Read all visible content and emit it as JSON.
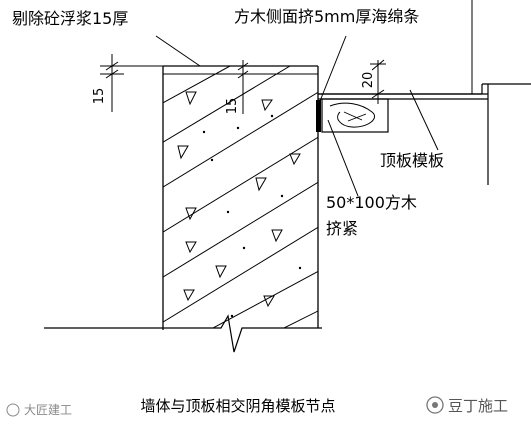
{
  "labels": {
    "chip_slurry": "剔除砼浮浆15厚",
    "wood_sponge": "方木侧面挤5mm厚海绵条",
    "formwork": "顶板模板",
    "timber_line1": "50*100方木",
    "timber_line2": "挤紧"
  },
  "dimensions": {
    "left_15": "15",
    "inner_15": "15",
    "dim_20": "20"
  },
  "caption": "墙体与顶板相交阴角模板节点",
  "watermark": {
    "left": "大匠建工",
    "right": "豆丁施工"
  }
}
